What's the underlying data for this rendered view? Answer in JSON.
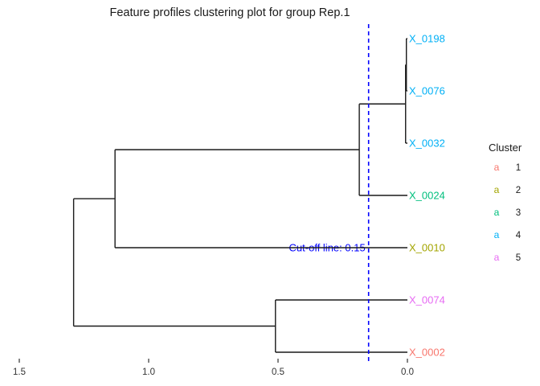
{
  "chart_data": {
    "type": "dendrogram",
    "orientation": "horizontal",
    "title": "Feature profiles clustering plot for group Rep.1",
    "line_color": "#1a1a1a",
    "leaves": [
      {
        "label": "X_0198",
        "cluster": "4",
        "color": "#00B0F6"
      },
      {
        "label": "X_0076",
        "cluster": "4",
        "color": "#00B0F6"
      },
      {
        "label": "X_0032",
        "cluster": "4",
        "color": "#00B0F6"
      },
      {
        "label": "X_0024",
        "cluster": "3",
        "color": "#00BF7D"
      },
      {
        "label": "X_0010",
        "cluster": "2",
        "color": "#A3A500"
      },
      {
        "label": "X_0074",
        "cluster": "5",
        "color": "#E76BF3"
      },
      {
        "label": "X_0002",
        "cluster": "1",
        "color": "#F8766D"
      }
    ],
    "merges": [
      {
        "children": [
          "leaf0",
          "leaf1"
        ],
        "height": 0.004
      },
      {
        "children": [
          "merge0",
          "leaf2"
        ],
        "height": 0.007
      },
      {
        "children": [
          "merge1",
          "leaf3"
        ],
        "height": 0.186
      },
      {
        "children": [
          "merge2",
          "leaf4"
        ],
        "height": 1.13
      },
      {
        "children": [
          "leaf5",
          "leaf6"
        ],
        "height": 0.51
      },
      {
        "children": [
          "merge3",
          "merge4"
        ],
        "height": 1.29
      }
    ],
    "x_axis": {
      "ticks": [
        "1.5",
        "1.0",
        "0.5",
        "0.0"
      ]
    },
    "cutoff": {
      "value": 0.15,
      "label": "Cut-off line: 0.15",
      "color": "#0000FF",
      "style": "dashed"
    },
    "legend": {
      "title": "Cluster",
      "key_glyph": "a",
      "items": [
        {
          "label": "1",
          "color": "#F8766D"
        },
        {
          "label": "2",
          "color": "#A3A500"
        },
        {
          "label": "3",
          "color": "#00BF7D"
        },
        {
          "label": "4",
          "color": "#00B0F6"
        },
        {
          "label": "5",
          "color": "#E76BF3"
        }
      ]
    }
  }
}
